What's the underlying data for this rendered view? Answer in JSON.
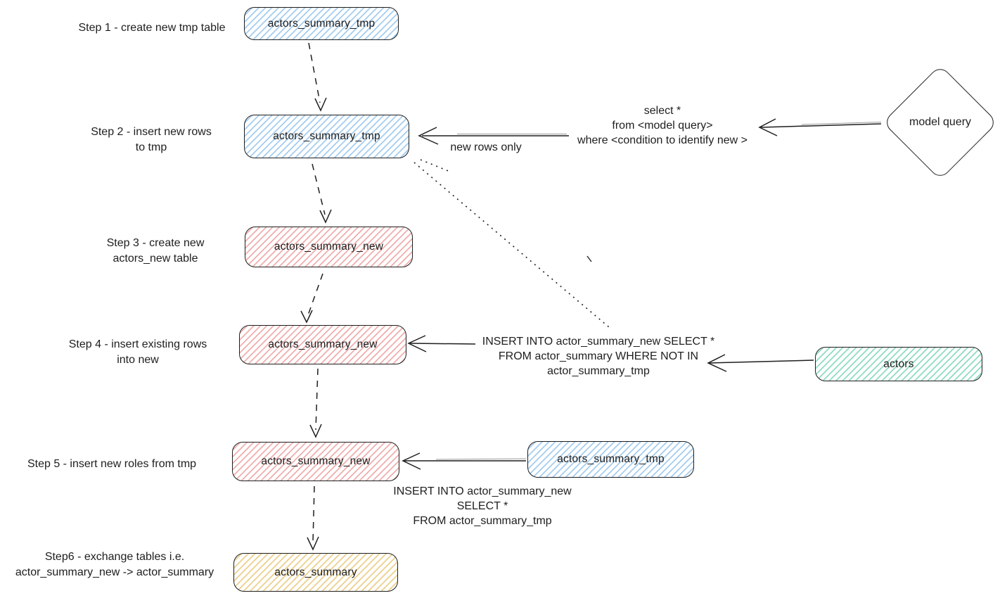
{
  "colors": {
    "ink": "#1e1e1e",
    "background": "#ffffff",
    "blue": "#a5cdf0",
    "red": "#f0aeae",
    "green": "#8fdcc0",
    "yellow": "#ecd08e"
  },
  "steps": [
    {
      "label_lines": [
        "Step 1 - create new tmp table"
      ],
      "node": "actors_summary_tmp",
      "color": "blue"
    },
    {
      "label_lines": [
        "Step 2 - insert new rows",
        "to tmp"
      ],
      "node": "actors_summary_tmp",
      "color": "blue"
    },
    {
      "label_lines": [
        "Step 3 - create new",
        "actors_new table"
      ],
      "node": "actors_summary_new",
      "color": "red"
    },
    {
      "label_lines": [
        "Step 4 - insert existing rows",
        "into new"
      ],
      "node": "actors_summary_new",
      "color": "red"
    },
    {
      "label_lines": [
        "Step 5 - insert new roles from tmp"
      ],
      "node": "actors_summary_new",
      "color": "red"
    },
    {
      "label_lines": [
        "Step6 - exchange tables i.e.",
        "actor_summary_new -> actor_summary"
      ],
      "node": "actors_summary",
      "color": "yellow"
    }
  ],
  "nodes": {
    "model_query": "model query",
    "actors": "actors",
    "tmp_source": "actors_summary_tmp"
  },
  "annotations": {
    "select_query_lines": [
      "select *",
      "from <model query>",
      "where <condition to identify new >"
    ],
    "arrow_label_new_rows_only": "new rows only",
    "insert_existing_lines": [
      "INSERT INTO actor_summary_new SELECT *",
      "FROM actor_summary WHERE NOT IN",
      "actor_summary_tmp"
    ],
    "insert_from_tmp_lines": [
      "INSERT INTO actor_summary_new",
      "SELECT *",
      "FROM actor_summary_tmp"
    ]
  }
}
